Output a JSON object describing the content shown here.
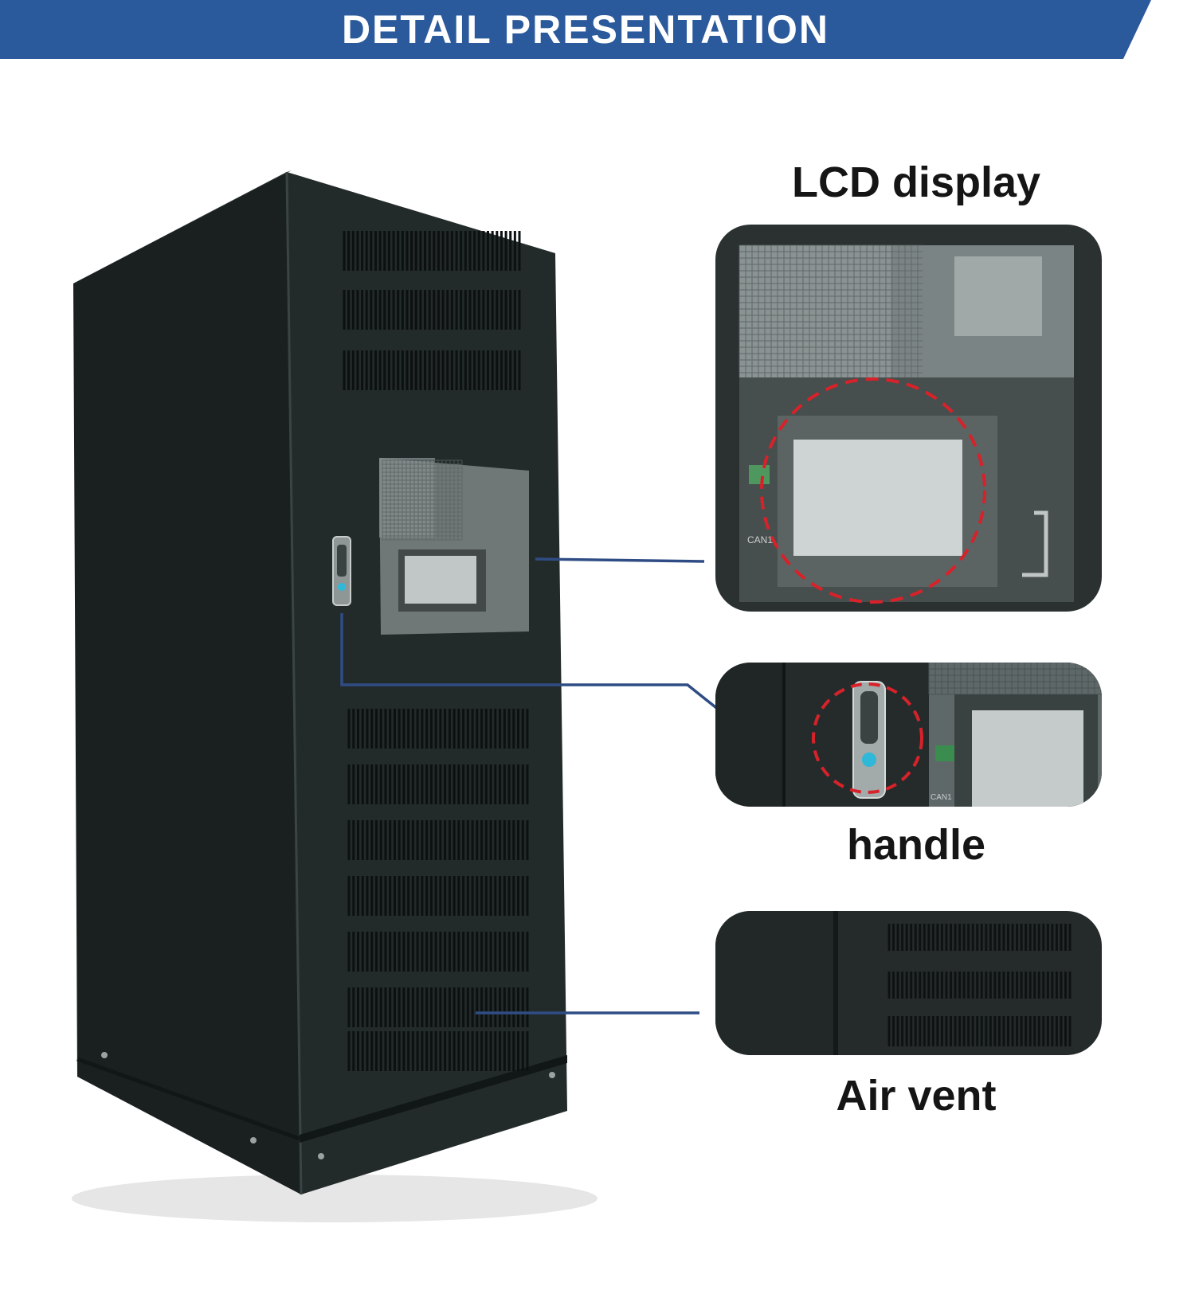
{
  "header": {
    "title": "DETAIL PRESENTATION"
  },
  "colors": {
    "banner_blue": "#2b5a9c",
    "cabinet_black": "#1c2222",
    "callout_line": "#2f4d84",
    "highlight_red": "#d8222a"
  },
  "details": [
    {
      "key": "lcd",
      "label": "LCD display"
    },
    {
      "key": "handle",
      "label": "handle"
    },
    {
      "key": "vent",
      "label": "Air vent"
    }
  ],
  "screen_text": {
    "can_label": "CAN1"
  }
}
